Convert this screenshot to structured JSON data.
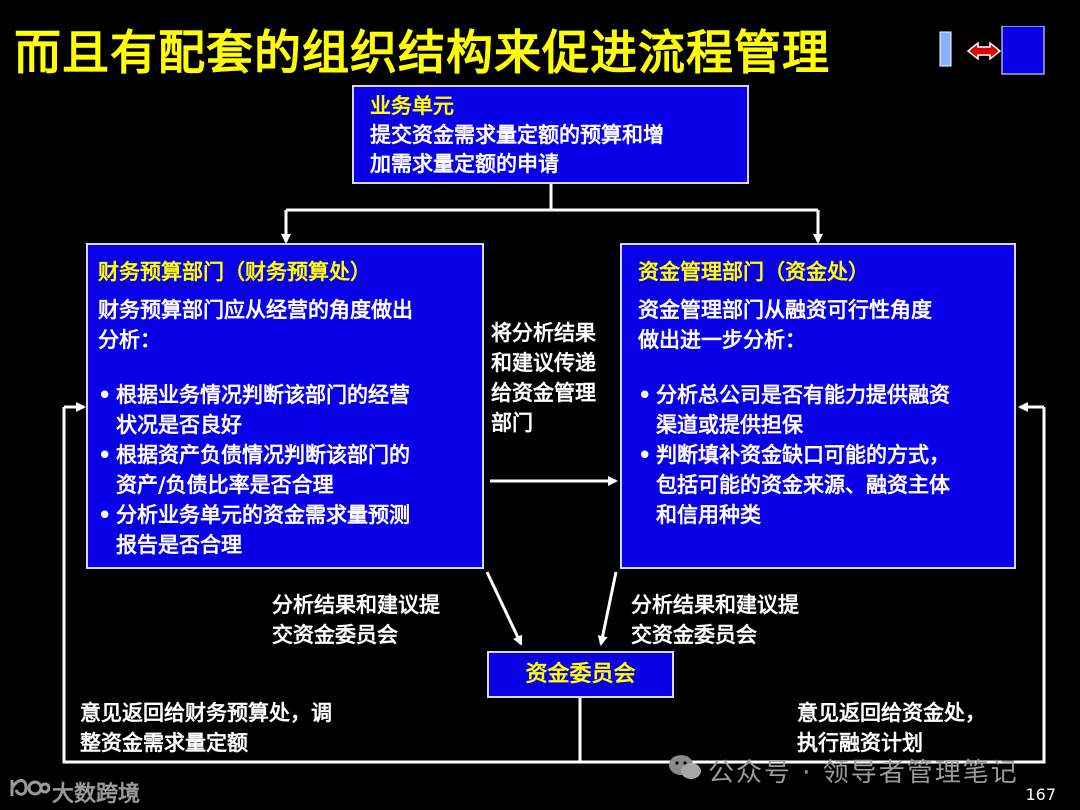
{
  "title": "而且有配套的组织结构来促进流程管理",
  "business_unit": {
    "header": "业务单元",
    "lines": [
      "提交资金需求量定额的预算和增",
      "加需求量定额的申请"
    ]
  },
  "finance_dept": {
    "header": "财务预算部门（财务预算处）",
    "intro": [
      "财务预算部门应从经营的角度做出",
      "分析："
    ],
    "bullets": [
      [
        "根据业务情况判断该部门的经营",
        "状况是否良好"
      ],
      [
        "根据资产负债情况判断该部门的",
        "资产/负债比率是否合理"
      ],
      [
        "分析业务单元的资金需求量预测",
        "报告是否合理"
      ]
    ]
  },
  "treasury_dept": {
    "header": "资金管理部门（资金处）",
    "intro": [
      "资金管理部门从融资可行性角度",
      "做出进一步分析："
    ],
    "bullets": [
      [
        "分析总公司是否有能力提供融资",
        "渠道或提供担保"
      ],
      [
        "判断填补资金缺口可能的方式，",
        "包括可能的资金来源、融资主体",
        "和信用种类"
      ]
    ]
  },
  "middle_text": [
    "将分析结果",
    "和建议传递",
    "给资金管理",
    "部门"
  ],
  "submit_left": [
    "分析结果和建议提",
    "交资金委员会"
  ],
  "submit_right": [
    "分析结果和建议提",
    "交资金委员会"
  ],
  "committee": "资金委员会",
  "feedback_left": [
    "意见返回给财务预算处，调",
    "整资金需求量定额"
  ],
  "feedback_right": [
    "意见返回给资金处，",
    "执行融资计划"
  ],
  "watermark": "公众号 · 领导者管理笔记",
  "logo_text": "大数跨境",
  "page_number": "167",
  "colors": {
    "background": "#000000",
    "title": "#ffff00",
    "box_fill": "#0a00e8",
    "box_header": "#ffff00",
    "arrow_nav": "#e00000"
  },
  "icons": [
    "nav-bar-icon",
    "double-arrow-icon",
    "blue-square-icon",
    "wechat-icon",
    "logo-icon"
  ]
}
